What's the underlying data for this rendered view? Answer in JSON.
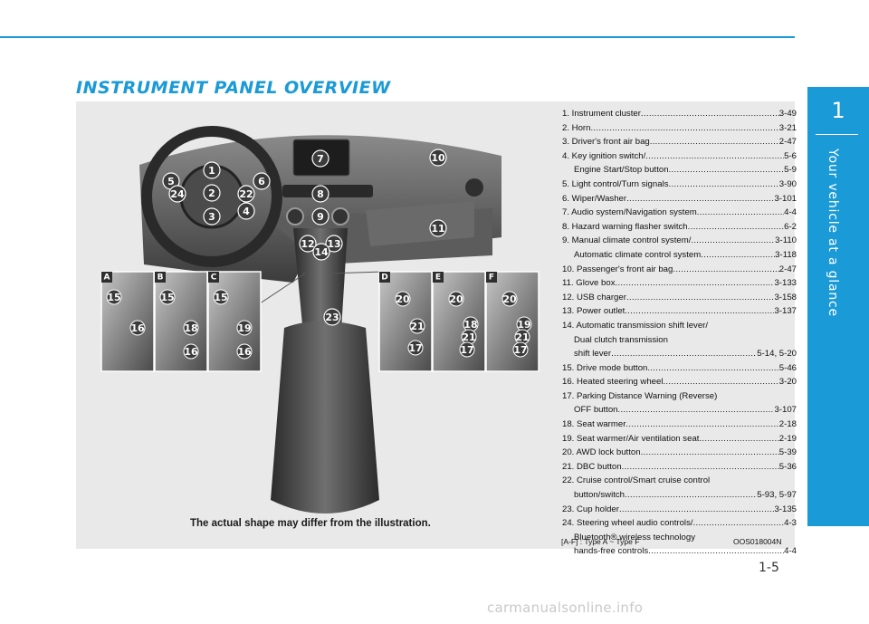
{
  "section_title": "INSTRUMENT PANEL OVERVIEW",
  "chapter": {
    "number": "1",
    "title": "Your vehicle at a glance"
  },
  "caption": "The actual shape may differ from the illustration.",
  "legend": [
    {
      "lines": [
        {
          "label": "1. Instrument cluster",
          "page": "3-49"
        }
      ]
    },
    {
      "lines": [
        {
          "label": "2. Horn",
          "page": "3-21"
        }
      ]
    },
    {
      "lines": [
        {
          "label": "3. Driver's front air bag",
          "page": "2-47"
        }
      ]
    },
    {
      "lines": [
        {
          "label": "4. Key ignition switch/",
          "page": "5-6"
        },
        {
          "label": "Engine Start/Stop button",
          "page": "5-9",
          "sub": true
        }
      ]
    },
    {
      "lines": [
        {
          "label": "5. Light control/Turn signals",
          "page": "3-90"
        }
      ]
    },
    {
      "lines": [
        {
          "label": "6. Wiper/Washer",
          "page": "3-101"
        }
      ]
    },
    {
      "lines": [
        {
          "label": "7. Audio system/Navigation system",
          "page": "4-4"
        }
      ]
    },
    {
      "lines": [
        {
          "label": "8. Hazard warning flasher switch",
          "page": "6-2"
        }
      ]
    },
    {
      "lines": [
        {
          "label": "9. Manual climate control system/",
          "page": "3-110"
        },
        {
          "label": "Automatic climate control system",
          "page": "3-118",
          "sub": true
        }
      ]
    },
    {
      "lines": [
        {
          "label": "10. Passenger's front air bag",
          "page": "2-47"
        }
      ]
    },
    {
      "lines": [
        {
          "label": "11. Glove box",
          "page": "3-133"
        }
      ]
    },
    {
      "lines": [
        {
          "label": "12. USB charger",
          "page": "3-158"
        }
      ]
    },
    {
      "lines": [
        {
          "label": "13. Power outlet",
          "page": "3-137"
        }
      ]
    },
    {
      "lines": [
        {
          "label": "14. Automatic transmission shift lever/",
          "page": ""
        },
        {
          "label": "Dual clutch transmission",
          "page": "",
          "sub": true
        },
        {
          "label": "shift lever",
          "page": "5-14, 5-20",
          "sub": true
        }
      ]
    },
    {
      "lines": [
        {
          "label": "15. Drive mode button",
          "page": "5-46"
        }
      ]
    },
    {
      "lines": [
        {
          "label": "16. Heated steering wheel",
          "page": "3-20"
        }
      ]
    },
    {
      "lines": [
        {
          "label": "17. Parking Distance Warning (Reverse)",
          "page": ""
        },
        {
          "label": "OFF button",
          "page": "3-107",
          "sub": true
        }
      ]
    },
    {
      "lines": [
        {
          "label": "18. Seat warmer",
          "page": "2-18"
        }
      ]
    },
    {
      "lines": [
        {
          "label": "19. Seat warmer/Air ventilation seat",
          "page": "2-19"
        }
      ]
    },
    {
      "lines": [
        {
          "label": "20. AWD lock button",
          "page": "5-39"
        }
      ]
    },
    {
      "lines": [
        {
          "label": "21. DBC button",
          "page": "5-36"
        }
      ]
    },
    {
      "lines": [
        {
          "label": "22. Cruise control/Smart cruise control",
          "page": ""
        },
        {
          "label": "button/switch",
          "page": "5-93, 5-97",
          "sub": true
        }
      ]
    },
    {
      "lines": [
        {
          "label": "23. Cup holder",
          "page": "3-135"
        }
      ]
    },
    {
      "lines": [
        {
          "label": "24. Steering wheel audio controls/",
          "page": "4-3"
        },
        {
          "label": "Bluetooth® wireless technology",
          "page": "",
          "sub": true
        },
        {
          "label": "hands-free controls",
          "page": "4-4",
          "sub": true
        }
      ]
    }
  ],
  "type_note": "[A-F] : Type A ~ Type F",
  "image_code": "OOS018004N",
  "page_number": "1-5",
  "watermark": "carmanualsonline.info",
  "callouts": [
    "1",
    "2",
    "3",
    "4",
    "5",
    "6",
    "7",
    "8",
    "9",
    "10",
    "11",
    "12",
    "13",
    "14",
    "22",
    "23",
    "24"
  ],
  "inset_labels": [
    "A",
    "B",
    "C",
    "D",
    "E",
    "F"
  ],
  "inset_numbers": {
    "A": [
      "15",
      "16"
    ],
    "B": [
      "15",
      "18",
      "16"
    ],
    "C": [
      "15",
      "19",
      "16"
    ],
    "D": [
      "20",
      "21",
      "17"
    ],
    "E": [
      "20",
      "18",
      "21",
      "17"
    ],
    "F": [
      "20",
      "19",
      "21",
      "17"
    ]
  },
  "colors": {
    "accent": "#1a9ad6",
    "panel_bg": "#e9e9ea",
    "callout": "#3b3b3b"
  }
}
